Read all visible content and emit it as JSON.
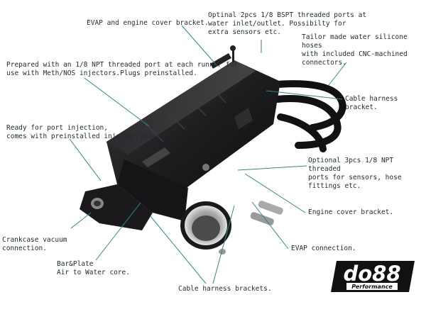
{
  "callouts": {
    "evap_bracket": "EVAP and engine cover bracket.",
    "bspt_ports": "Optinal 2pcs 1/8 BSPT threaded ports at\nwater inlet/outlet. Possibilty for\nextra sensors etc.",
    "hoses": "Tailor made water silicone hoses\nwith included CNC-machined\nconnectors.",
    "npt_runner": "Prepared with an 1/8 NPT threaded port at each runner for\nuse with Meth/NOS injectors.Plugs preinstalled.",
    "cable_bracket": "Cable harness bracket.",
    "port_injection": "Ready for port injection,\ncomes with preinstalled injector plugs.",
    "npt_3pcs": "Optional 3pcs 1/8 NPT threaded\nports for sensors, hose fittings etc.",
    "engine_cover_bracket": "Engine cover bracket.",
    "crankcase": "Crankcase vacuum\nconnection.",
    "evap_connection": "EVAP connection.",
    "core": "Bar&Plate\nAir to Water core.",
    "cable_brackets": "Cable harness brackets."
  },
  "logo": {
    "text": "do88",
    "tagline": "Performance"
  },
  "colors": {
    "leader": "#2a8b8b",
    "text": "#1d2a30",
    "metal": "#1c1c1e"
  }
}
